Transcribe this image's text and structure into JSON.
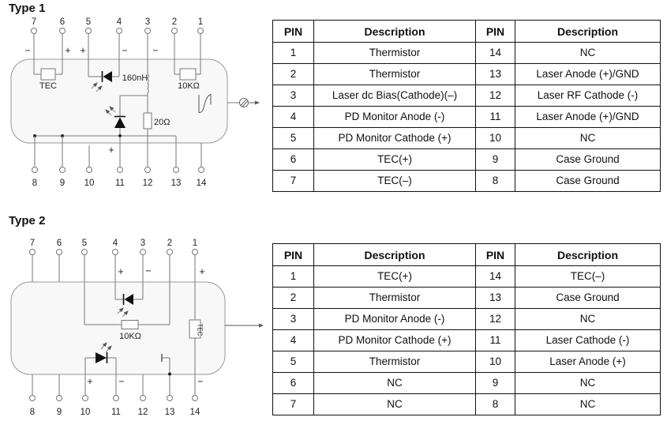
{
  "type1": {
    "title": "Type 1",
    "diagram": {
      "top_pins": [
        "7",
        "6",
        "5",
        "4",
        "3",
        "2",
        "1"
      ],
      "bottom_pins": [
        "8",
        "9",
        "10",
        "11",
        "12",
        "13",
        "14"
      ],
      "labels": {
        "tec": "TEC",
        "inductor": "160nH",
        "thermistor": "10KΩ",
        "damping_resistor": "20Ω"
      },
      "signs": {
        "pin7": "−",
        "pin6": "+",
        "pin5": "+",
        "pin4": "−",
        "pin3": "−",
        "pin11": "+"
      }
    },
    "table": {
      "headers": [
        "PIN",
        "Description",
        "PIN",
        "Description"
      ],
      "rows": [
        [
          "1",
          "Thermistor",
          "14",
          "NC"
        ],
        [
          "2",
          "Thermistor",
          "13",
          "Laser Anode (+)/GND"
        ],
        [
          "3",
          "Laser dc Bias(Cathode)(–)",
          "12",
          "Laser RF Cathode (-)"
        ],
        [
          "4",
          "PD Monitor Anode (-)",
          "11",
          "Laser Anode (+)/GND"
        ],
        [
          "5",
          "PD Monitor Cathode (+)",
          "10",
          "NC"
        ],
        [
          "6",
          "TEC(+)",
          "9",
          "Case Ground"
        ],
        [
          "7",
          "TEC(–)",
          "8",
          "Case Ground"
        ]
      ]
    }
  },
  "type2": {
    "title": "Type 2",
    "diagram": {
      "top_pins": [
        "7",
        "6",
        "5",
        "4",
        "3",
        "2",
        "1"
      ],
      "bottom_pins": [
        "8",
        "9",
        "10",
        "11",
        "12",
        "13",
        "14"
      ],
      "labels": {
        "thermistor": "10KΩ",
        "tec": "TEC"
      },
      "signs": {
        "pin4": "+",
        "pin3": "−",
        "pin1": "+",
        "pin10": "+",
        "pin11": "−",
        "pin14": "−"
      }
    },
    "table": {
      "headers": [
        "PIN",
        "Description",
        "PIN",
        "Description"
      ],
      "rows": [
        [
          "1",
          "TEC(+)",
          "14",
          "TEC(–)"
        ],
        [
          "2",
          "Thermistor",
          "13",
          "Case Ground"
        ],
        [
          "3",
          "PD Monitor Anode (-)",
          "12",
          "NC"
        ],
        [
          "4",
          "PD Monitor Cathode (+)",
          "11",
          "Laser Cathode (-)"
        ],
        [
          "5",
          "Thermistor",
          "10",
          "Laser Anode (+)"
        ],
        [
          "6",
          "NC",
          "9",
          "NC"
        ],
        [
          "7",
          "NC",
          "8",
          "NC"
        ]
      ]
    }
  }
}
